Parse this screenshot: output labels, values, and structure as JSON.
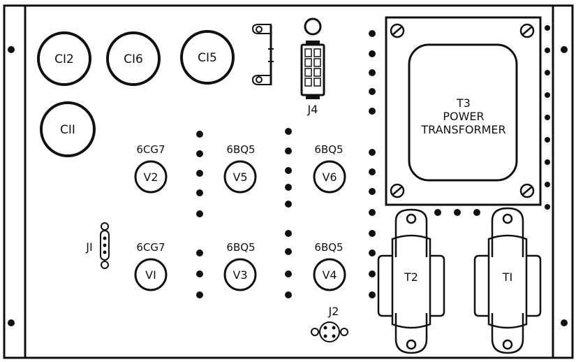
{
  "capacitors": [
    {
      "id": "c12",
      "label": "CI2"
    },
    {
      "id": "c16",
      "label": "CI6"
    },
    {
      "id": "c15",
      "label": "CI5"
    },
    {
      "id": "c11",
      "label": "CII"
    }
  ],
  "tubes": [
    {
      "id": "v2",
      "label": "V2",
      "type": "6CG7"
    },
    {
      "id": "v5",
      "label": "V5",
      "type": "6BQ5"
    },
    {
      "id": "v6",
      "label": "V6",
      "type": "6BQ5"
    },
    {
      "id": "v1",
      "label": "VI",
      "type": "6CG7"
    },
    {
      "id": "v3",
      "label": "V3",
      "type": "6BQ5"
    },
    {
      "id": "v4",
      "label": "V4",
      "type": "6BQ5"
    }
  ],
  "jacks": {
    "j1": "JI",
    "j2": "J2",
    "j4": "J4"
  },
  "transformers": {
    "t3": {
      "line1": "T3",
      "line2": "POWER",
      "line3": "TRANSFORMER"
    },
    "t2": "T2",
    "t1": "TI"
  }
}
